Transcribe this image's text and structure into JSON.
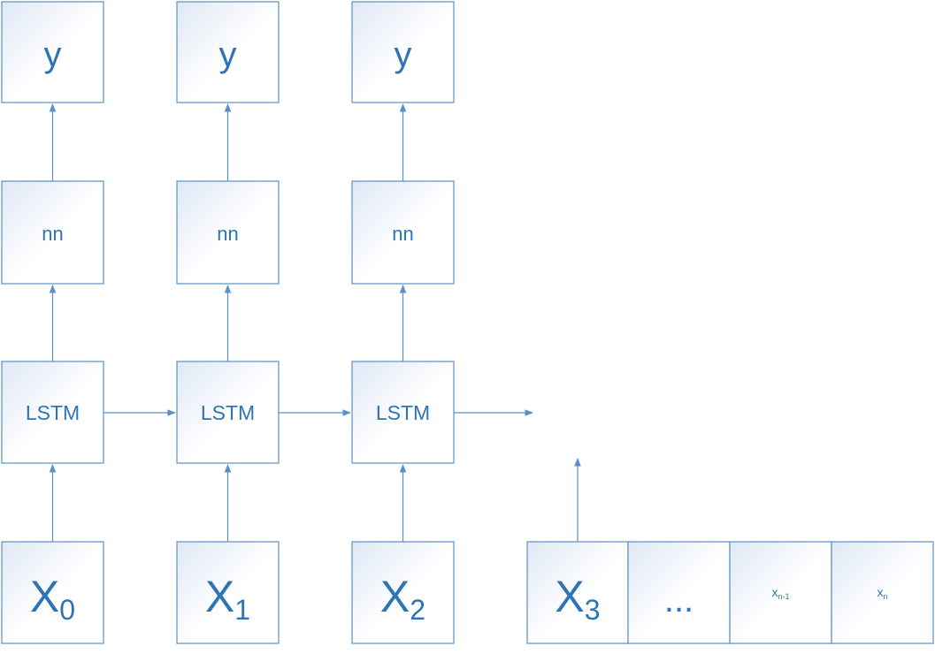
{
  "diagram": {
    "columns": [
      {
        "output": "y",
        "dense": "nn",
        "cell": "LSTM",
        "input_base": "X",
        "input_sub": "0"
      },
      {
        "output": "y",
        "dense": "nn",
        "cell": "LSTM",
        "input_base": "X",
        "input_sub": "1"
      },
      {
        "output": "y",
        "dense": "nn",
        "cell": "LSTM",
        "input_base": "X",
        "input_sub": "2"
      }
    ],
    "sequence": [
      {
        "base": "X",
        "sub": "3"
      },
      {
        "base": "...",
        "sub": ""
      },
      {
        "base": "x",
        "sub": "n-1"
      },
      {
        "base": "x",
        "sub": "n"
      }
    ]
  },
  "colors": {
    "stroke": "#5b8fc6",
    "text": "#2e74b5",
    "box_fill_top": "#dfe8f5",
    "box_fill_bottom": "#ffffff"
  }
}
